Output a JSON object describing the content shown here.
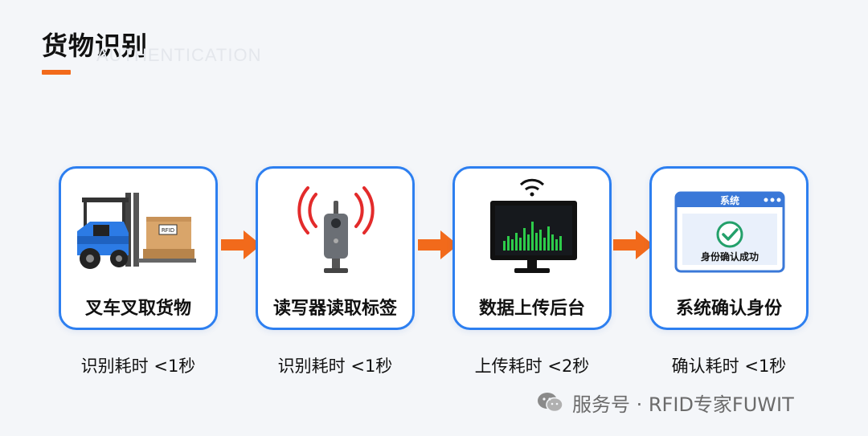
{
  "page": {
    "title": "货物识别",
    "title_ghost": "AUTHENTICATION"
  },
  "steps": [
    {
      "label": "叉车叉取货物",
      "time": "识别耗时 <1秒",
      "icon": "forklift-icon",
      "box_text": "RFID"
    },
    {
      "label": "读写器读取标签",
      "time": "识别耗时 <1秒",
      "icon": "rfid-reader-icon"
    },
    {
      "label": "数据上传后台",
      "time": "上传耗时 <2秒",
      "icon": "monitor-icon"
    },
    {
      "label": "系统确认身份",
      "time": "确认耗时 <1秒",
      "icon": "system-window-icon",
      "window_title": "系统",
      "window_message": "身份确认成功"
    }
  ],
  "footer": {
    "text": "服务号 · RFID专家FUWIT"
  },
  "colors": {
    "accent": "#f26a1b",
    "card_border": "#2d7ff0",
    "arrow": "#f26a1b"
  }
}
